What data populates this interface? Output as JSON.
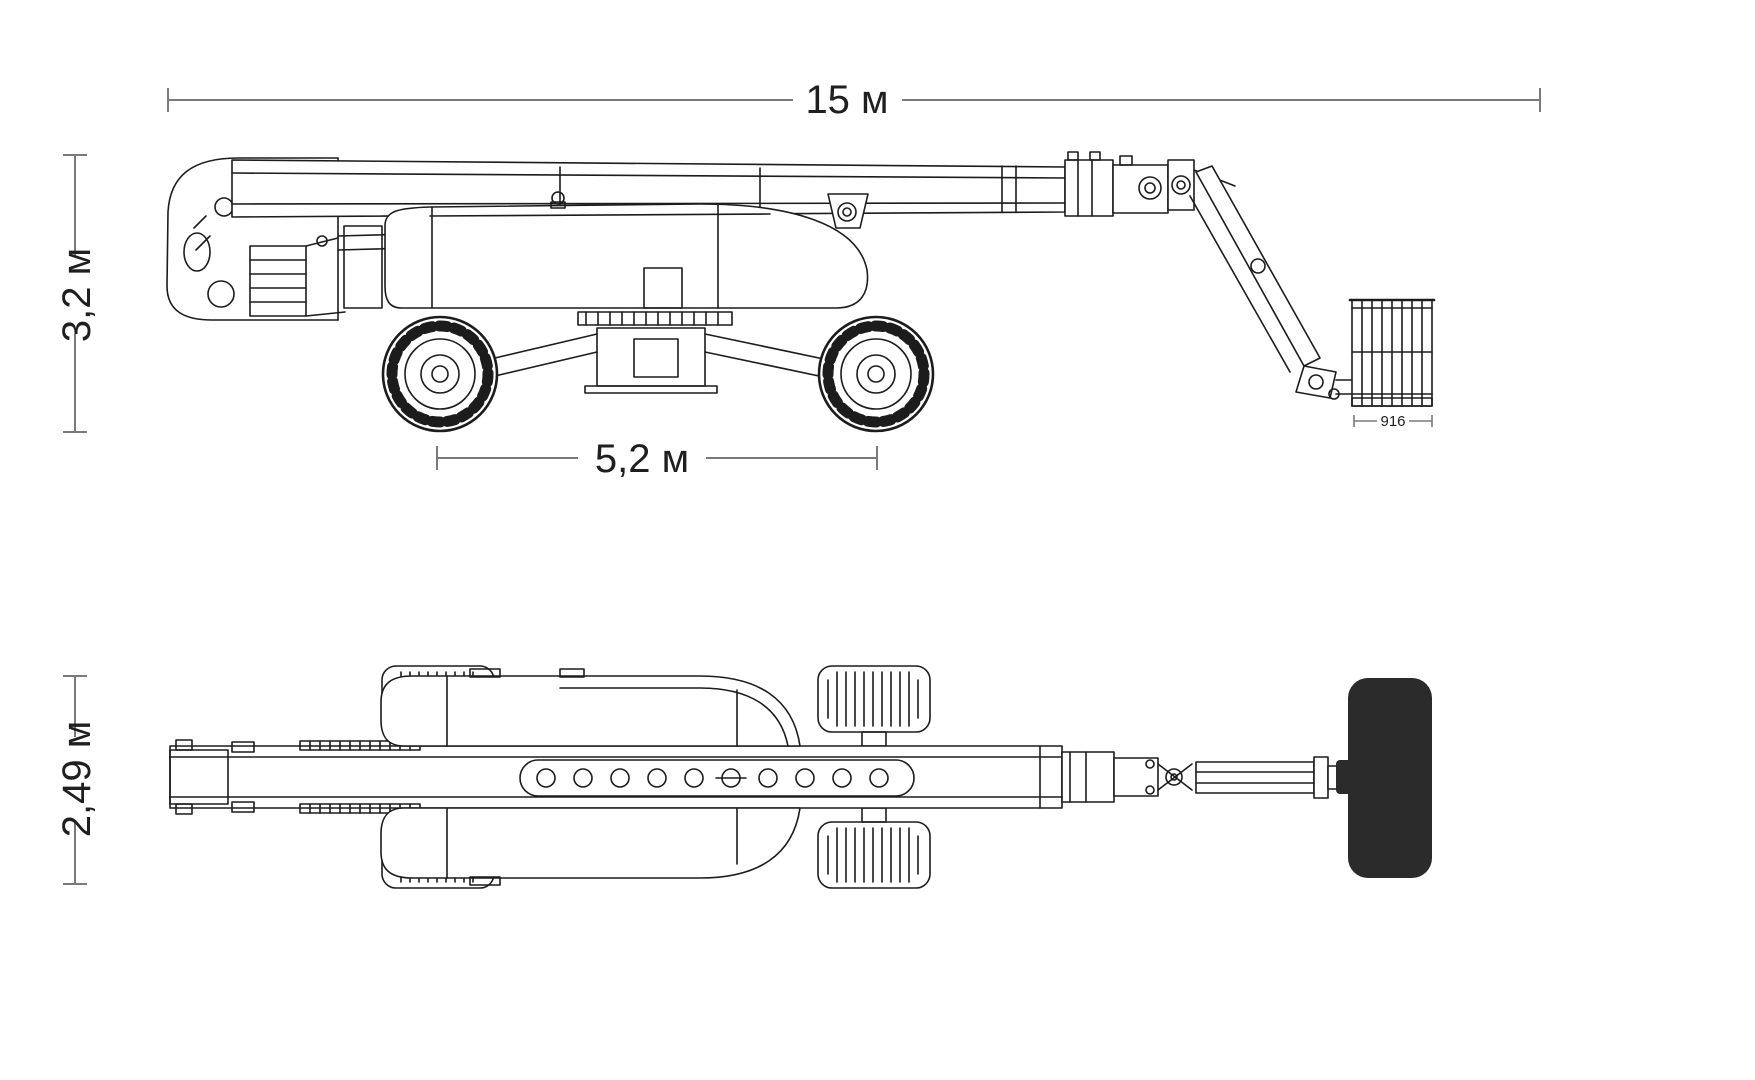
{
  "diagram": {
    "dims": {
      "length": "15 м",
      "height": "3,2 м",
      "wheelbase": "5,2 м",
      "width": "2,49 м",
      "basket": "916"
    },
    "colors": {
      "line": "#1c1c1c",
      "dimension_line": "#7a7a7a",
      "background": "#ffffff",
      "platform": "#2b2b2b"
    }
  }
}
